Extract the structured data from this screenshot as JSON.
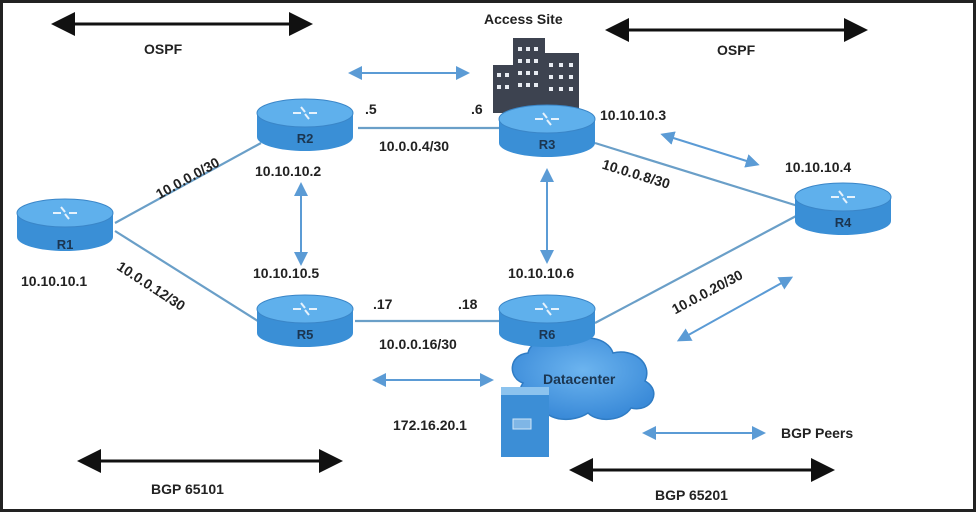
{
  "title": "Network topology: OSPF / BGP",
  "colors": {
    "router": "#3a8fd6",
    "router_top": "#5fb0ec",
    "link": "#6a9fc8",
    "peer_arrow": "#5b9bd5",
    "scope_arrow": "#111111",
    "building": "#3d4350",
    "cloud": "#4a9be3",
    "server": "#3c8ed6"
  },
  "scopes": {
    "ospf_left": "OSPF",
    "ospf_right": "OSPF",
    "bgp_left": "BGP 65101",
    "bgp_right": "BGP 65201"
  },
  "sites": {
    "access": "Access Site",
    "datacenter": "Datacenter",
    "server_ip": "172.16.20.1"
  },
  "legend": {
    "bgp_peers": "BGP Peers"
  },
  "routers": [
    {
      "name": "R1",
      "loopback": "10.10.10.1"
    },
    {
      "name": "R2",
      "loopback": "10.10.10.2"
    },
    {
      "name": "R3",
      "loopback": "10.10.10.3"
    },
    {
      "name": "R4",
      "loopback": "10.10.10.4"
    },
    {
      "name": "R5",
      "loopback": "10.10.10.5"
    },
    {
      "name": "R6",
      "loopback": "10.10.10.6"
    }
  ],
  "links": [
    {
      "from": "R1",
      "to": "R2",
      "subnet": "10.0.0.0/30"
    },
    {
      "from": "R2",
      "to": "R3",
      "subnet": "10.0.0.4/30",
      "a_host": ".5",
      "b_host": ".6"
    },
    {
      "from": "R3",
      "to": "R4",
      "subnet": "10.0.0.8/30"
    },
    {
      "from": "R1",
      "to": "R5",
      "subnet": "10.0.0.12/30"
    },
    {
      "from": "R5",
      "to": "R6",
      "subnet": "10.0.0.16/30",
      "a_host": ".17",
      "b_host": ".18"
    },
    {
      "from": "R6",
      "to": "R4",
      "subnet": "10.0.0.20/30"
    }
  ]
}
